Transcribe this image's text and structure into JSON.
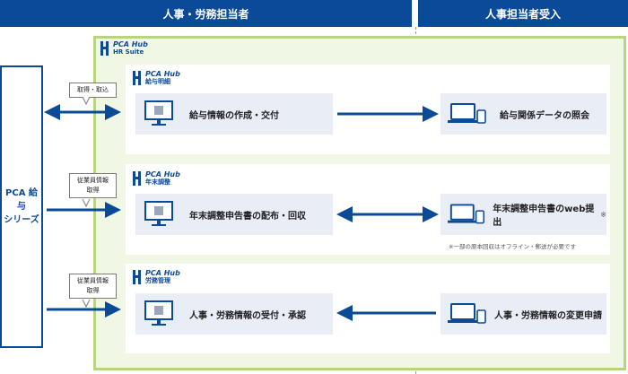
{
  "headers": {
    "left": "人事・労務担当者",
    "right": "人事担当者受入"
  },
  "pca_series": {
    "line1": "PCA 給与",
    "line2": "シリーズ"
  },
  "suite_logo": {
    "name": "PCA Hub",
    "sub": "HR Suite"
  },
  "sections": [
    {
      "logo_name": "PCA Hub",
      "logo_sub": "給与明細",
      "callout": [
        "取得・取込"
      ],
      "left_label": "給与情報の作成・交付",
      "right_label": "給与関係データの照会",
      "arrow": "right"
    },
    {
      "logo_name": "PCA Hub",
      "logo_sub": "年末調整",
      "callout": [
        "従業員情報",
        "取得"
      ],
      "left_label": "年末調整申告書の配布・回収",
      "right_label": "年末調整申告書のweb提出",
      "right_mark": "※",
      "arrow": "both",
      "note": "※一部の原本回収はオフライン・郵送が必要です"
    },
    {
      "logo_name": "PCA Hub",
      "logo_sub": "労務管理",
      "callout": [
        "従業員情報",
        "取得"
      ],
      "left_label": "人事・労務情報の受付・承認",
      "right_label": "人事・労務情報の変更申請",
      "arrow": "left"
    }
  ],
  "colors": {
    "header": "#0b4a97",
    "suite_border": "#b5d67b",
    "suite_bg": "#f1f7e5",
    "box_bg": "#e9eef6",
    "arrow": "#0b4a97"
  }
}
